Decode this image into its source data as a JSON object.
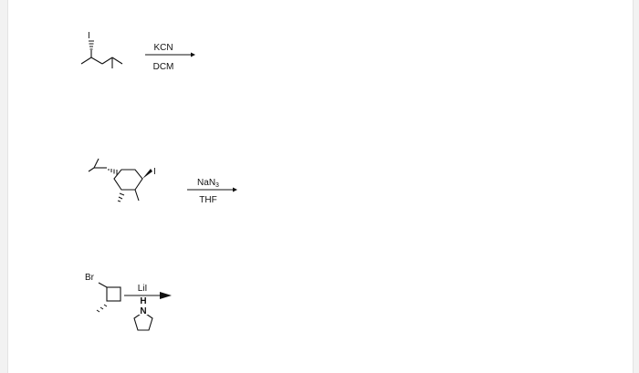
{
  "colors": {
    "ink": "#111111",
    "page": "#ffffff",
    "background": "#f2f2f2"
  },
  "reactions": [
    {
      "reagent": "KCN",
      "solvent": "DCM",
      "substituent": "I"
    },
    {
      "reagent": "NaN",
      "reagent_subscript": "3",
      "solvent": "THF",
      "substituent": "I"
    },
    {
      "reagent": "LiI",
      "substituent": "Br",
      "amine_atom_H": "H",
      "amine_atom_N": "N"
    }
  ]
}
